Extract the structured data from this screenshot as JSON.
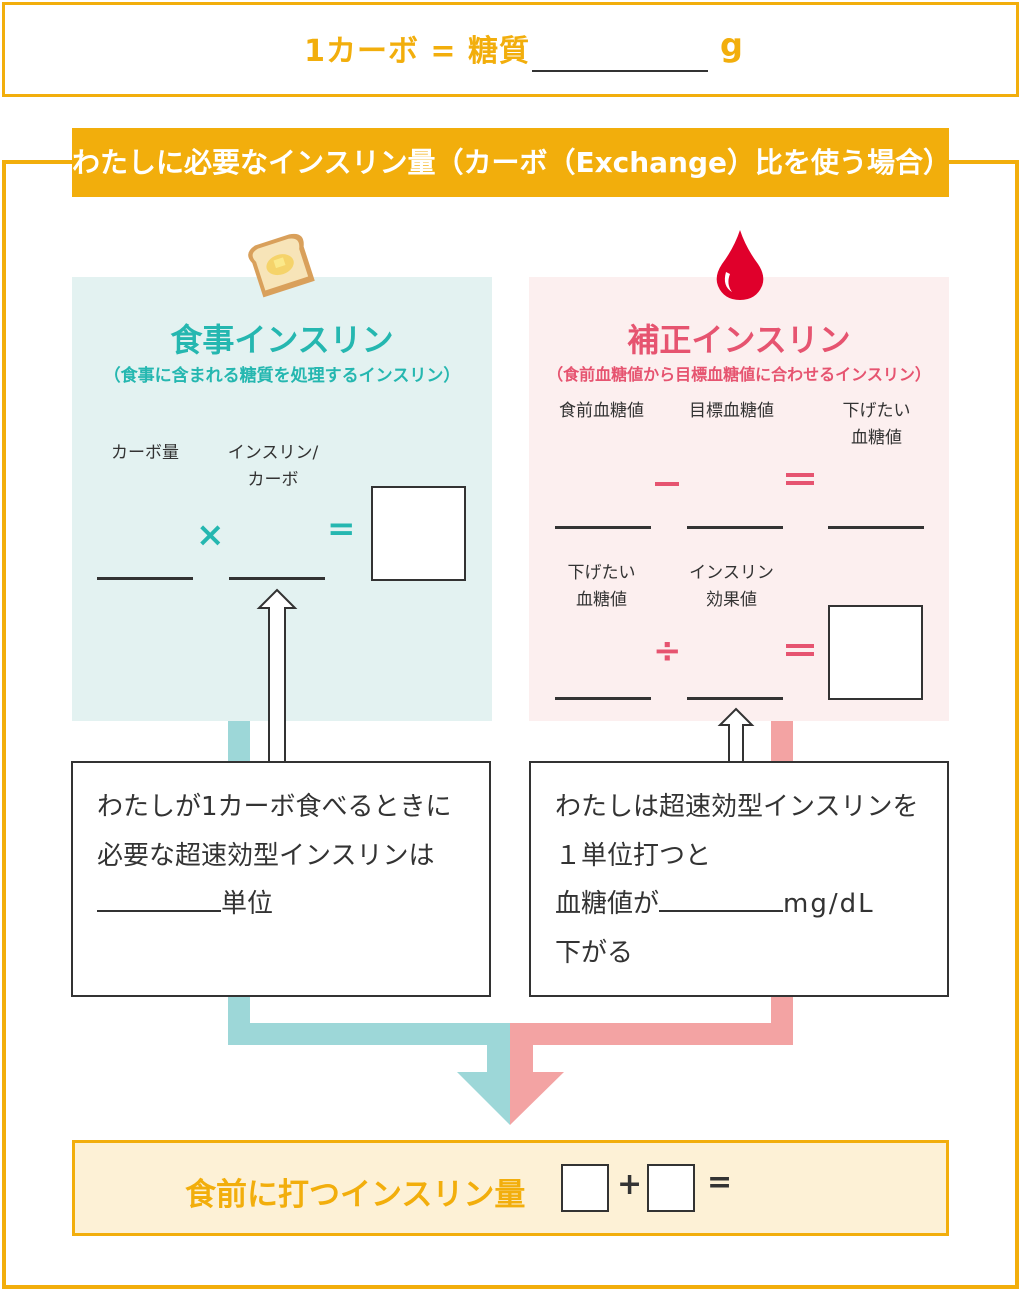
{
  "top": {
    "prefix": "1カーボ = 糖質",
    "unit": "g"
  },
  "header": {
    "title": "わたしに必要なインスリン量（カーボ（Exchange）比を使う場合）"
  },
  "meal": {
    "title": "食事インスリン",
    "subtitle": "（食事に含まれる糖質を処理するインスリン）",
    "label_carb": "カーボ量",
    "label_ratio_1": "インスリン/",
    "label_ratio_2": "カーボ",
    "times": "×",
    "equals": "=",
    "note_1": "わたしが1カーボ食べるときに",
    "note_2": "必要な超速効型インスリンは",
    "note_3": "単位"
  },
  "correction": {
    "title": "補正インスリン",
    "subtitle": "（食前血糖値から目標血糖値に合わせるインスリン）",
    "label_pre": "食前血糖値",
    "label_target": "目標血糖値",
    "label_lower_1": "下げたい",
    "label_lower_2": "血糖値",
    "label_effect_1": "インスリン",
    "label_effect_2": "効果値",
    "minus": "−",
    "divide": "÷",
    "equals": "=",
    "note_1": "わたしは超速効型インスリンを",
    "note_2": "１単位打つと",
    "note_3": "血糖値が",
    "note_3_unit": "mg/dL",
    "note_4": "下がる"
  },
  "result": {
    "title": "食前に打つインスリン量",
    "plus": "+",
    "equals": "="
  },
  "colors": {
    "orange": "#f2ae0c",
    "teal": "#25b7b0",
    "pink": "#e65470"
  }
}
